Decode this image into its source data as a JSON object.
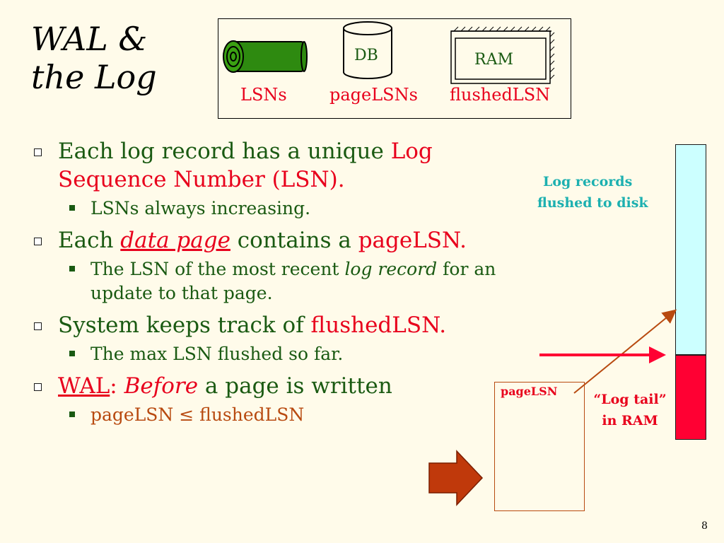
{
  "title": {
    "line1": "WAL &",
    "line2": "the Log"
  },
  "diagram": {
    "db_label": "DB",
    "ram_label": "RAM",
    "lsns_label": "LSNs",
    "pagelsns_label": "pageLSNs",
    "flushedlsn_label": "flushedLSN"
  },
  "bullets": {
    "b1_a": "Each log record has a unique ",
    "b1_b": "Log Sequence Number (LSN).",
    "b1_sub": "LSNs always increasing.",
    "b2_a": "Each ",
    "b2_b": "data page",
    "b2_c": " contains a ",
    "b2_d": "pageLSN.",
    "b2_sub_a": "The LSN of the most recent ",
    "b2_sub_b": "log record",
    "b2_sub_c": " for an update to that page.",
    "b3_a": "System keeps track of ",
    "b3_b": "flushedLSN.",
    "b3_sub": "The max LSN flushed so far.",
    "b4_a": "WAL",
    "b4_b": ":  ",
    "b4_c": "Before",
    "b4_d": " a page is written",
    "b4_sub": "pageLSN ≤ flushedLSN"
  },
  "log_figure": {
    "flushed_line1": "Log records",
    "flushed_line2": "flushed to disk",
    "tail_line1": "“Log tail”",
    "tail_line2": "in RAM",
    "page_label": "pageLSN"
  },
  "colors": {
    "background": "#fffbea",
    "green_text": "#1a5a12",
    "red_text": "#e8001c",
    "brown_text": "#b84a10",
    "cyan_text": "#1cb0b0",
    "log_flushed_fill": "#ccffff",
    "log_tail_fill": "#ff0033",
    "arrow_fill": "#c0390b"
  },
  "page_number": "8"
}
